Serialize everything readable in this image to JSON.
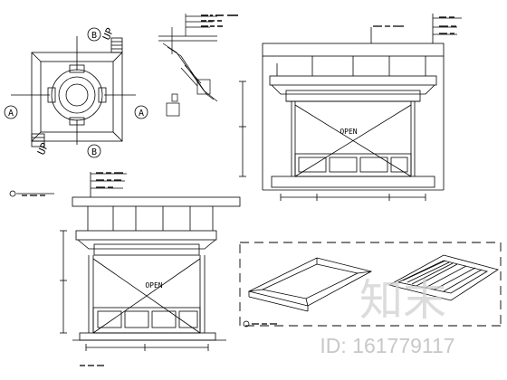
{
  "plan": {
    "grid_a_left": "A",
    "grid_a_right": "A",
    "grid_b_top": "B",
    "grid_b_bottom": "B",
    "stair_up_top": "UP",
    "stair_up_bottom": "UP"
  },
  "front_elevation": {
    "label": "OPEN"
  },
  "side_elevation": {
    "label": "OPEN"
  },
  "watermark": {
    "logo_text": "知末",
    "id_text": "ID: 161779117"
  },
  "colors": {
    "line": "#000000",
    "watermark": "#cfcfcf"
  }
}
